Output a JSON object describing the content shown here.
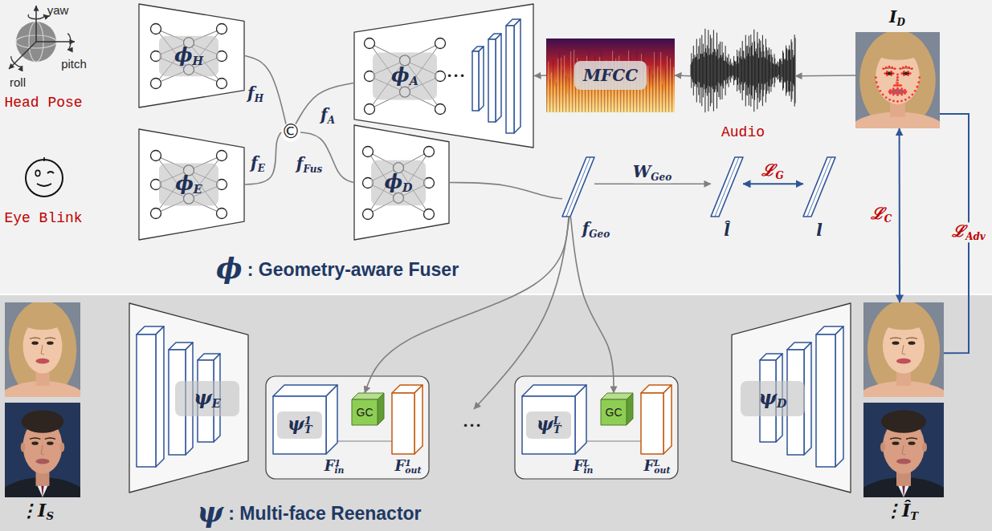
{
  "diagram": {
    "nodes": [
      {
        "text": [
          "ϕ : Geometry-aware Fuser"
        ]
      },
      {
        "text": [
          "ϕH"
        ],
        "in": 0
      },
      {
        "text": [
          "ϕA"
        ],
        "in": 0
      },
      {
        "text": [
          "MFCC"
        ],
        "in": 0
      },
      {
        "text": [
          "Audio"
        ],
        "in": 0
      },
      {
        "text": [
          "ID"
        ],
        "in": 0
      },
      {
        "text": [
          "ϕE"
        ],
        "in": 0
      },
      {
        "text": [
          "©"
        ],
        "in": 0
      },
      {
        "text": [
          "ϕD"
        ],
        "in": 0
      },
      {
        "text": [
          "fGeo"
        ],
        "in": 0
      },
      {
        "text": [
          "l̂"
        ],
        "in": 0
      },
      {
        "text": [
          "l"
        ],
        "in": 0
      },
      {
        "text": [
          "ψ : Multi-face Reenactor"
        ]
      },
      {
        "text": [
          "⋮IS"
        ],
        "in": 12
      },
      {
        "text": [
          "ψE"
        ],
        "in": 12
      },
      {
        "text": [
          "ψT1",
          "F1in",
          "F1out"
        ],
        "in": 12
      },
      {
        "text": [
          "GC"
        ],
        "in": 15
      },
      {
        "text": [
          "ψTL",
          "FLin",
          "FLout"
        ],
        "in": 12
      },
      {
        "text": [
          "GC"
        ],
        "in": 17
      },
      {
        "text": [
          "ψD"
        ],
        "in": 12
      },
      {
        "text": [
          "⋮ÎT"
        ],
        "in": 12
      }
    ],
    "edges": [
      {
        "from": 1,
        "to": 7,
        "label": "fH",
        "arrow": "none"
      },
      {
        "from": 2,
        "to": 7,
        "label": "fA",
        "arrow": "none"
      },
      {
        "from": 6,
        "to": 7,
        "label": "fE",
        "arrow": "none"
      },
      {
        "from": 7,
        "to": 8,
        "label": "fFus",
        "arrow": "none"
      },
      {
        "from": 8,
        "to": 9,
        "arrow": "none"
      },
      {
        "from": 3,
        "to": 2,
        "arrow": "to"
      },
      {
        "from": 4,
        "to": 3,
        "arrow": "to"
      },
      {
        "from": 5,
        "to": 4,
        "arrow": "to"
      },
      {
        "from": 9,
        "to": 10,
        "label": "WGeo",
        "arrow": "to"
      },
      {
        "from": 10,
        "to": 11,
        "label": "ℒG",
        "arrow": "both"
      },
      {
        "from": 9,
        "to": 16,
        "arrow": "to"
      },
      {
        "from": 9,
        "to": 18,
        "arrow": "to"
      },
      {
        "from": 5,
        "to": 20,
        "label": "ℒC",
        "arrow": "both"
      },
      {
        "from": 5,
        "to": 20,
        "label": "ℒAdv",
        "arrow": "none"
      }
    ],
    "labels": [
      "yaw",
      "pitch",
      "roll",
      "Head Pose",
      "Eye Blink",
      "•••",
      "•••"
    ]
  }
}
